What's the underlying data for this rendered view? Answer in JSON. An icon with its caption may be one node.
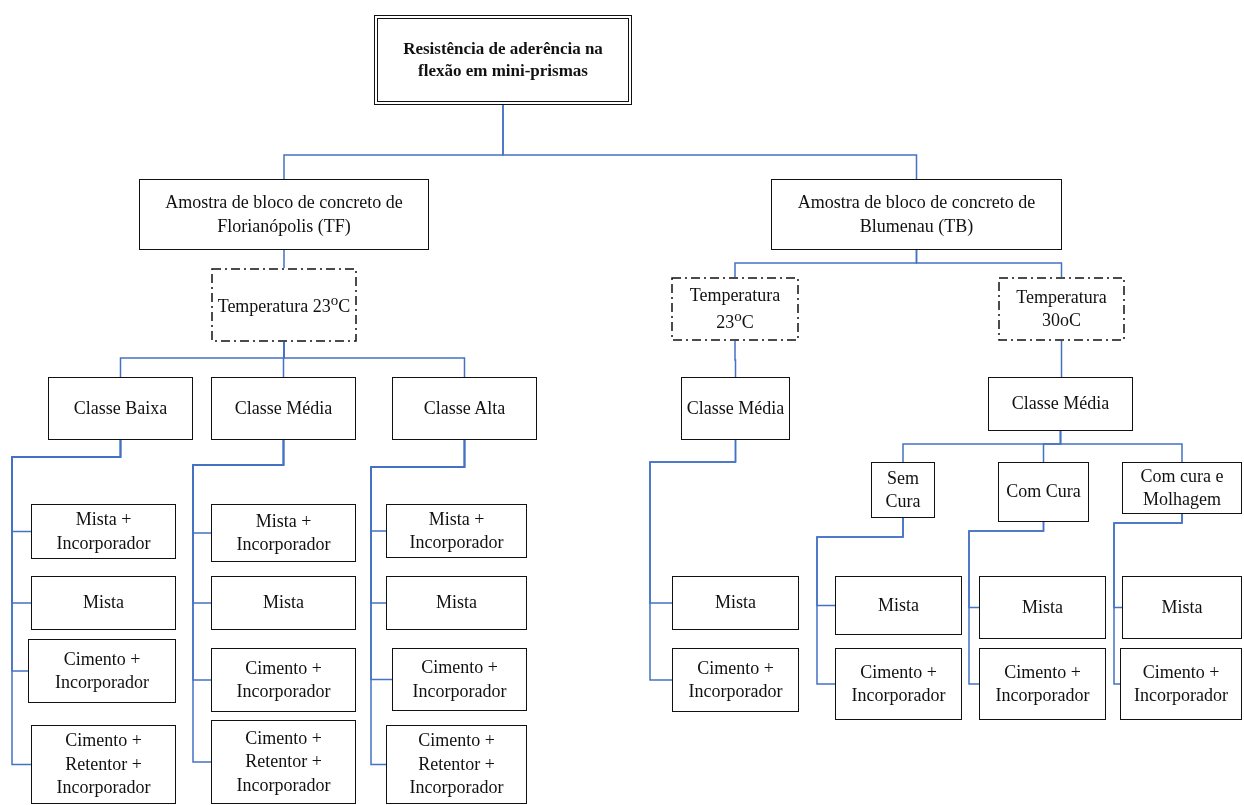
{
  "diagram": {
    "nodes": [
      {
        "text": [
          "Resistência de aderência na flexão em mini-prismas"
        ]
      },
      {
        "text": [
          "Amostra de bloco de concreto de Florianópolis (TF)"
        ]
      },
      {
        "text": [
          "Amostra de bloco de concreto de Blumenau (TB)"
        ]
      },
      {
        "text": [
          "Temperatura 23$^{o}$C"
        ]
      },
      {
        "text": [
          "Classe Baixa"
        ]
      },
      {
        "text": [
          "Classe Média"
        ]
      },
      {
        "text": [
          "Classe Alta"
        ]
      },
      {
        "text": [
          "Mista + Incorporador"
        ]
      },
      {
        "text": [
          "Mista"
        ]
      },
      {
        "text": [
          "Cimento + Incorporador"
        ]
      },
      {
        "text": [
          "Cimento + Retentor + Incorporador"
        ]
      },
      {
        "text": [
          "Mista + Incorporador"
        ]
      },
      {
        "text": [
          "Mista"
        ]
      },
      {
        "text": [
          "Cimento + Incorporador"
        ]
      },
      {
        "text": [
          "Cimento + Retentor + Incorporador"
        ]
      },
      {
        "text": [
          "Mista + Incorporador"
        ]
      },
      {
        "text": [
          "Mista"
        ]
      },
      {
        "text": [
          "Cimento + Incorporador"
        ]
      },
      {
        "text": [
          "Cimento + Retentor + Incorporador"
        ]
      },
      {
        "text": [
          "Temperatura 23$^{o}$C"
        ]
      },
      {
        "text": [
          "Temperatura 30oC"
        ]
      },
      {
        "text": [
          "Classe Média"
        ]
      },
      {
        "text": [
          "Mista"
        ]
      },
      {
        "text": [
          "Cimento + Incorporador"
        ]
      },
      {
        "text": [
          "Classe Média"
        ]
      },
      {
        "text": [
          "Sem Cura"
        ]
      },
      {
        "text": [
          "Com Cura"
        ]
      },
      {
        "text": [
          "Com cura e Molhagem"
        ]
      },
      {
        "text": [
          "Mista"
        ]
      },
      {
        "text": [
          "Cimento + Incorporador"
        ]
      },
      {
        "text": [
          "Mista"
        ]
      },
      {
        "text": [
          "Cimento + Incorporador"
        ]
      },
      {
        "text": [
          "Mista"
        ]
      },
      {
        "text": [
          "Cimento + Incorporador"
        ]
      }
    ],
    "edges": [
      {
        "from": 0,
        "to": 1,
        "arrow": "none"
      },
      {
        "from": 0,
        "to": 2,
        "arrow": "none"
      },
      {
        "from": 1,
        "to": 3,
        "arrow": "none"
      },
      {
        "from": 3,
        "to": 4,
        "arrow": "none"
      },
      {
        "from": 3,
        "to": 5,
        "arrow": "none"
      },
      {
        "from": 3,
        "to": 6,
        "arrow": "none"
      },
      {
        "from": 4,
        "to": 7,
        "arrow": "none"
      },
      {
        "from": 4,
        "to": 8,
        "arrow": "none"
      },
      {
        "from": 4,
        "to": 9,
        "arrow": "none"
      },
      {
        "from": 4,
        "to": 10,
        "arrow": "none"
      },
      {
        "from": 5,
        "to": 11,
        "arrow": "none"
      },
      {
        "from": 5,
        "to": 12,
        "arrow": "none"
      },
      {
        "from": 5,
        "to": 13,
        "arrow": "none"
      },
      {
        "from": 5,
        "to": 14,
        "arrow": "none"
      },
      {
        "from": 6,
        "to": 15,
        "arrow": "none"
      },
      {
        "from": 6,
        "to": 16,
        "arrow": "none"
      },
      {
        "from": 6,
        "to": 17,
        "arrow": "none"
      },
      {
        "from": 6,
        "to": 18,
        "arrow": "none"
      },
      {
        "from": 2,
        "to": 19,
        "arrow": "none"
      },
      {
        "from": 2,
        "to": 20,
        "arrow": "none"
      },
      {
        "from": 19,
        "to": 21,
        "arrow": "none"
      },
      {
        "from": 21,
        "to": 22,
        "arrow": "none"
      },
      {
        "from": 21,
        "to": 23,
        "arrow": "none"
      },
      {
        "from": 20,
        "to": 24,
        "arrow": "none"
      },
      {
        "from": 24,
        "to": 25,
        "arrow": "none"
      },
      {
        "from": 24,
        "to": 26,
        "arrow": "none"
      },
      {
        "from": 24,
        "to": 27,
        "arrow": "none"
      },
      {
        "from": 25,
        "to": 28,
        "arrow": "none"
      },
      {
        "from": 25,
        "to": 29,
        "arrow": "none"
      },
      {
        "from": 26,
        "to": 30,
        "arrow": "none"
      },
      {
        "from": 26,
        "to": 31,
        "arrow": "none"
      },
      {
        "from": 27,
        "to": 32,
        "arrow": "none"
      },
      {
        "from": 27,
        "to": 33,
        "arrow": "none"
      }
    ]
  }
}
